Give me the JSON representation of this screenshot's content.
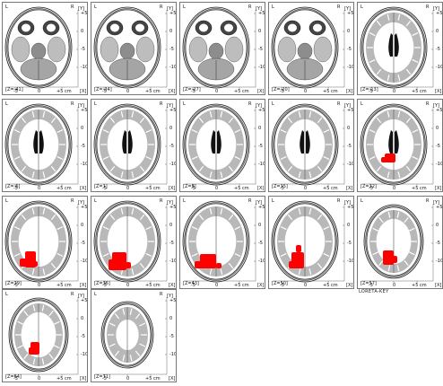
{
  "panels": [
    {
      "z": "[Z=-41]",
      "act": [],
      "type": "base"
    },
    {
      "z": "[Z=-34]",
      "act": [],
      "type": "base"
    },
    {
      "z": "[Z=-27]",
      "act": [],
      "type": "base"
    },
    {
      "z": "[Z=-20]",
      "act": [],
      "type": "base"
    },
    {
      "z": "[Z=-13]",
      "act": [],
      "type": "mid"
    },
    {
      "z": "[Z=-6]",
      "act": [],
      "type": "mid"
    },
    {
      "z": "[Z=1]",
      "act": [],
      "type": "mid"
    },
    {
      "z": "[Z=8]",
      "act": [],
      "type": "mid"
    },
    {
      "z": "[Z=15]",
      "act": [],
      "type": "mid"
    },
    {
      "z": "[Z=22]",
      "act": [
        [
          30,
          60,
          12,
          10
        ],
        [
          26,
          64,
          6,
          6
        ]
      ],
      "type": "mid"
    },
    {
      "z": "[Z=29]",
      "act": [
        [
          25,
          61,
          12,
          18
        ],
        [
          19,
          69,
          8,
          9
        ],
        [
          35,
          72,
          4,
          6
        ]
      ],
      "type": "upper"
    },
    {
      "z": "[Z=36]",
      "act": [
        [
          23,
          62,
          16,
          20
        ],
        [
          19,
          70,
          8,
          12
        ],
        [
          38,
          73,
          6,
          7
        ]
      ],
      "type": "upper"
    },
    {
      "z": "[Z=43]",
      "act": [
        [
          22,
          64,
          18,
          16
        ],
        [
          16,
          72,
          10,
          8
        ],
        [
          40,
          74,
          6,
          6
        ]
      ],
      "type": "upper"
    },
    {
      "z": "[Z=50]",
      "act": [
        [
          25,
          62,
          14,
          18
        ],
        [
          30,
          54,
          6,
          8
        ],
        [
          22,
          72,
          6,
          8
        ]
      ],
      "type": "upper"
    },
    {
      "z": "[Z=57]",
      "act": [
        [
          28,
          60,
          12,
          16
        ],
        [
          38,
          66,
          6,
          8
        ],
        [
          34,
          70,
          4,
          6
        ]
      ],
      "type": "top"
    },
    {
      "z": "[Z=64]",
      "act": [
        [
          31,
          58,
          10,
          14
        ],
        [
          29,
          64,
          6,
          8
        ]
      ],
      "type": "top"
    },
    {
      "z": "[Z=71]",
      "act": [],
      "type": "vertex"
    }
  ],
  "labels": {
    "left": "L",
    "right": "R",
    "y_axis": "[Y]",
    "x_axis": "[X]",
    "y_ticks": [
      "+5",
      "0",
      "-5",
      "-10"
    ],
    "x_ticks": [
      "-5",
      "0",
      "+5 cm"
    ]
  },
  "key_text": "LORETA-KEY",
  "colors": {
    "activation": "#ff0000",
    "gray_matter": "#b8b8b8",
    "white_matter": "#ffffff",
    "ventricle": "#111111",
    "skull": "#999999"
  }
}
